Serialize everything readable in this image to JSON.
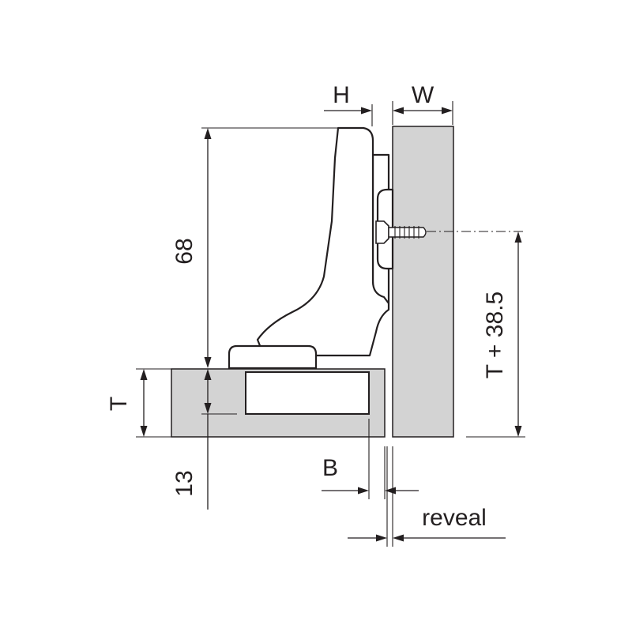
{
  "labels": {
    "height_dimension": "68",
    "hinge_offset": "H",
    "side_thickness": "W",
    "door_thickness": "T",
    "cup_depth": "13",
    "boring_distance": "B",
    "reveal": "reveal",
    "plate_position": "T + 38.5"
  },
  "colors": {
    "panel_fill": "#d3d3d3",
    "line": "#231f20",
    "background": "#ffffff"
  }
}
